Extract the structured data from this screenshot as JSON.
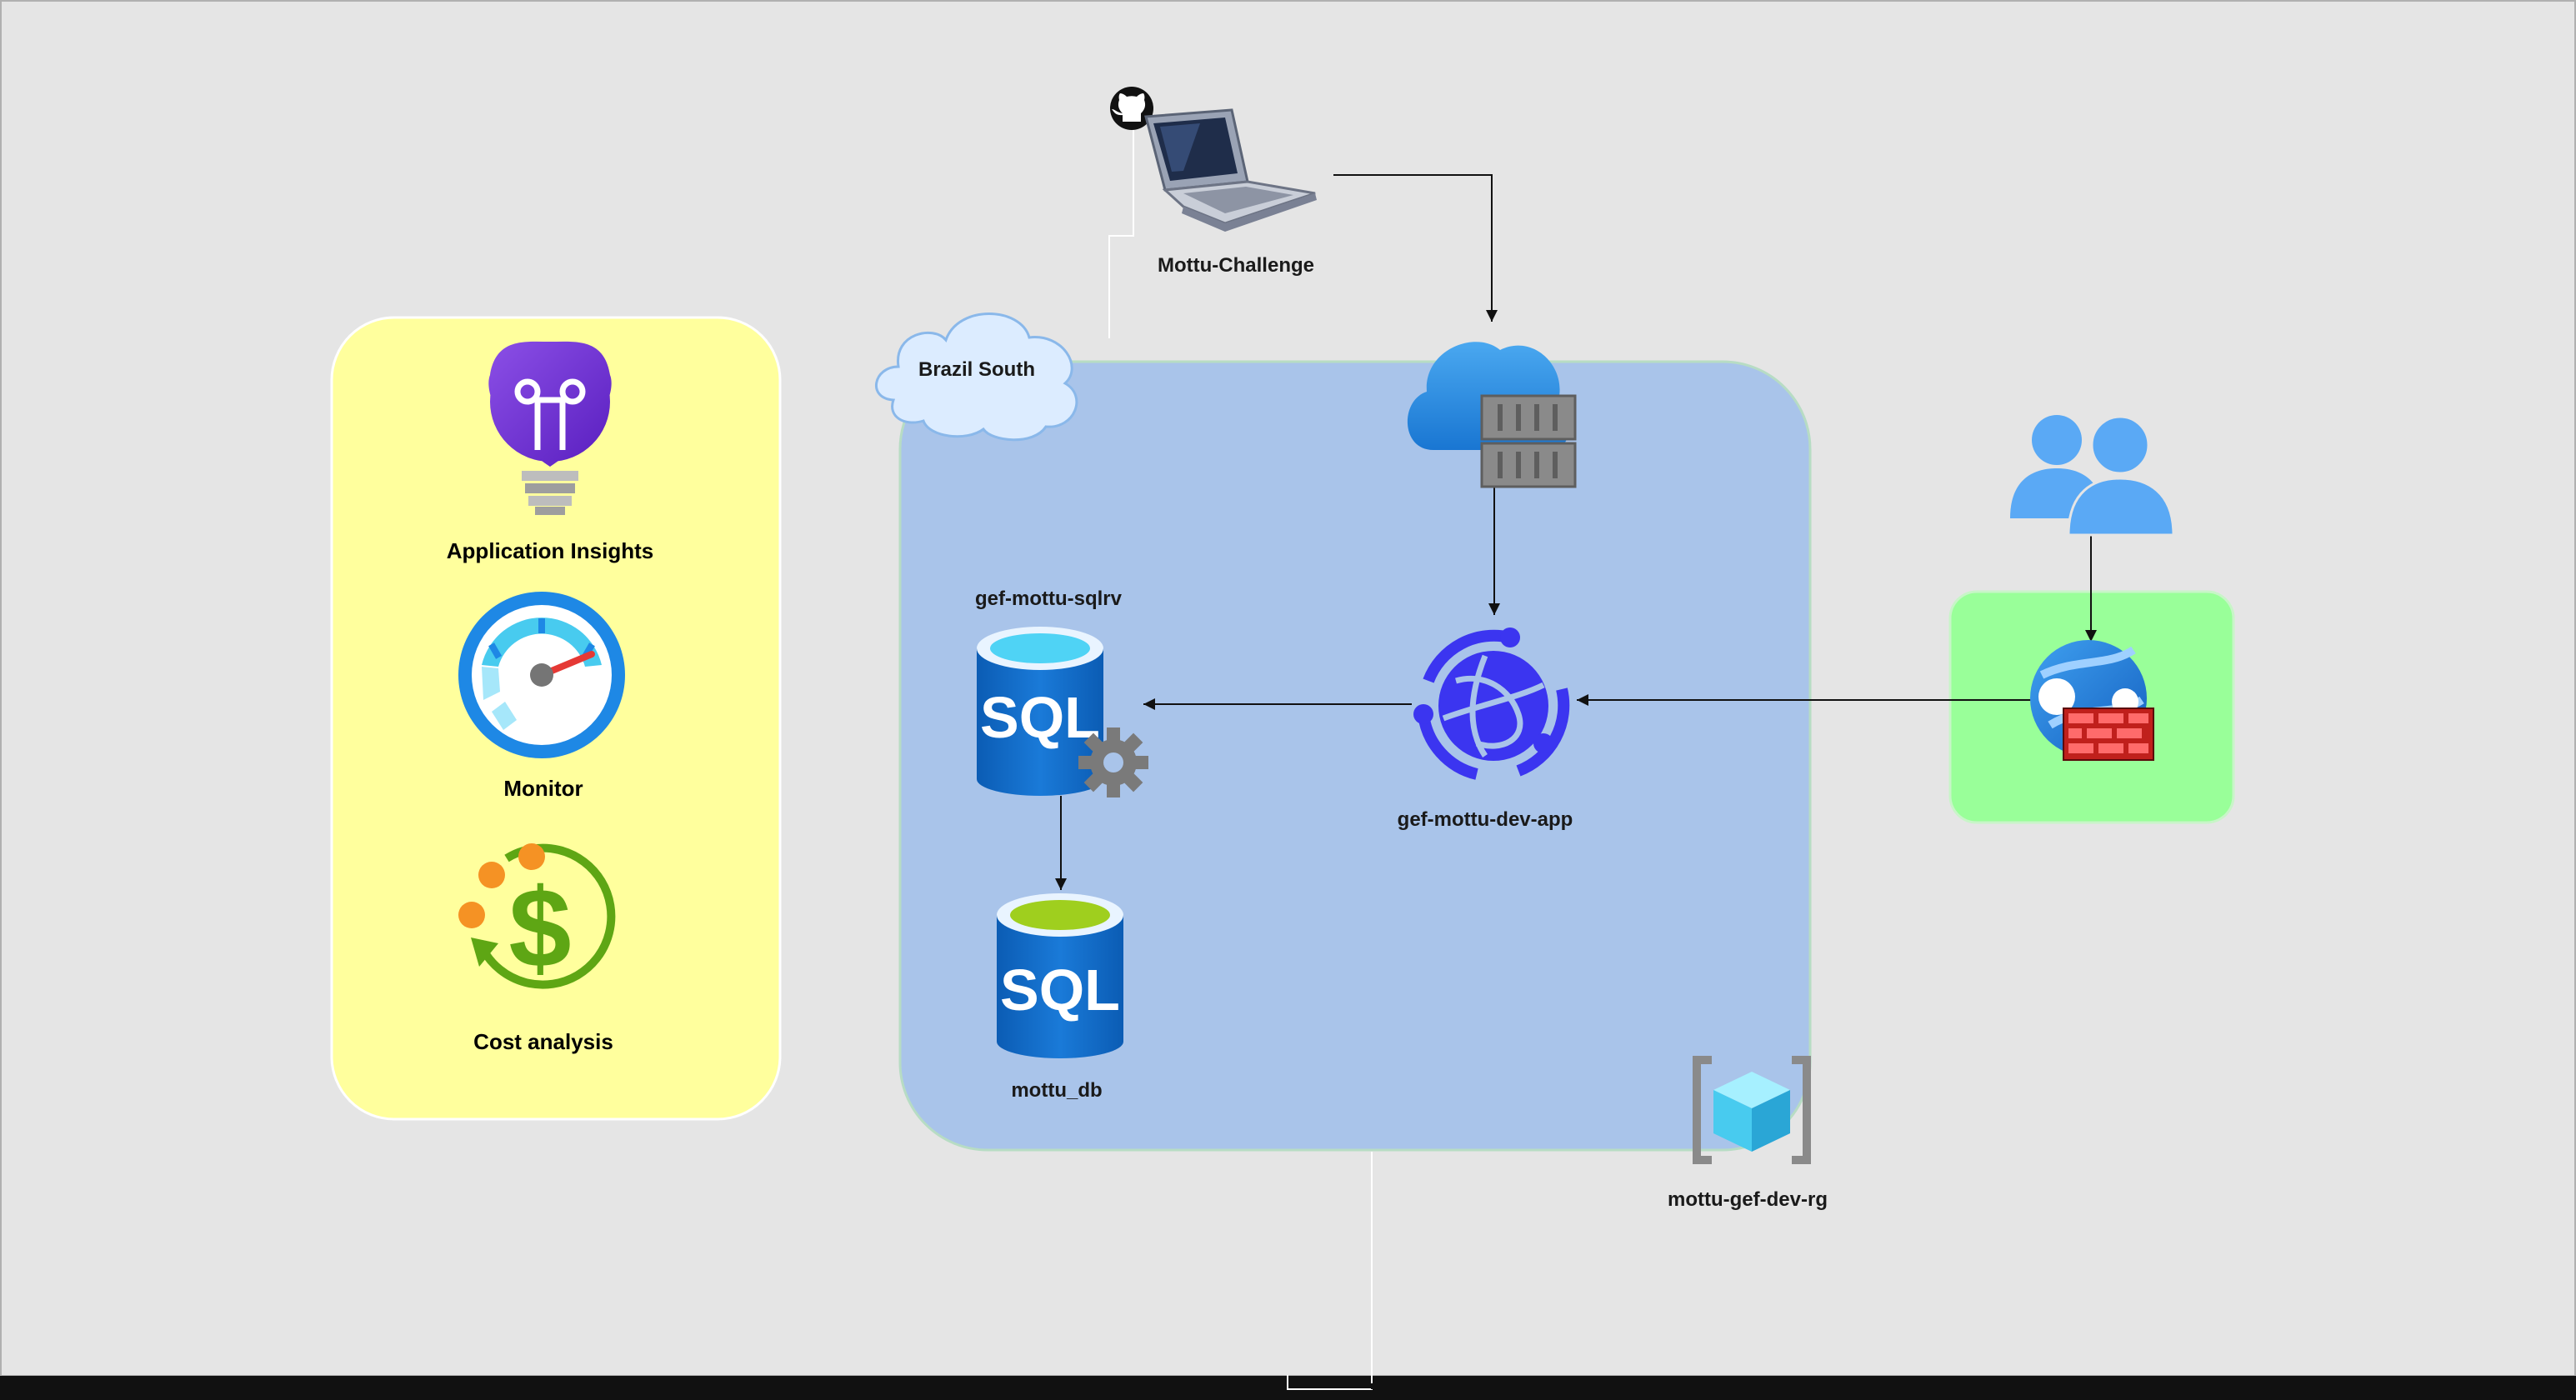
{
  "diagram": {
    "labels": {
      "github_repo": "Mottu-Challenge",
      "region": "Brazil South",
      "sql_server": "gef-mottu-sqlrv",
      "sql_db": "mottu_db",
      "web_app": "gef-mottu-dev-app",
      "resource_group": "mottu-gef-dev-rg",
      "app_insights": "Application Insights",
      "monitor": "Monitor",
      "cost": "Cost analysis"
    },
    "icons": [
      "github-icon",
      "laptop-icon",
      "cloud-region-icon",
      "container-registry-icon",
      "sql-server-icon",
      "sql-database-icon",
      "app-service-icon",
      "users-icon",
      "web-app-firewall-icon",
      "resource-group-icon",
      "application-insights-icon",
      "monitor-icon",
      "cost-analysis-icon"
    ],
    "colors": {
      "background": "#e5e5e5",
      "region_panel": "#a9c4ea",
      "monitoring_panel": "#ffff9d",
      "firewall_panel": "#99ff99",
      "bottom_bar": "#111111"
    }
  }
}
